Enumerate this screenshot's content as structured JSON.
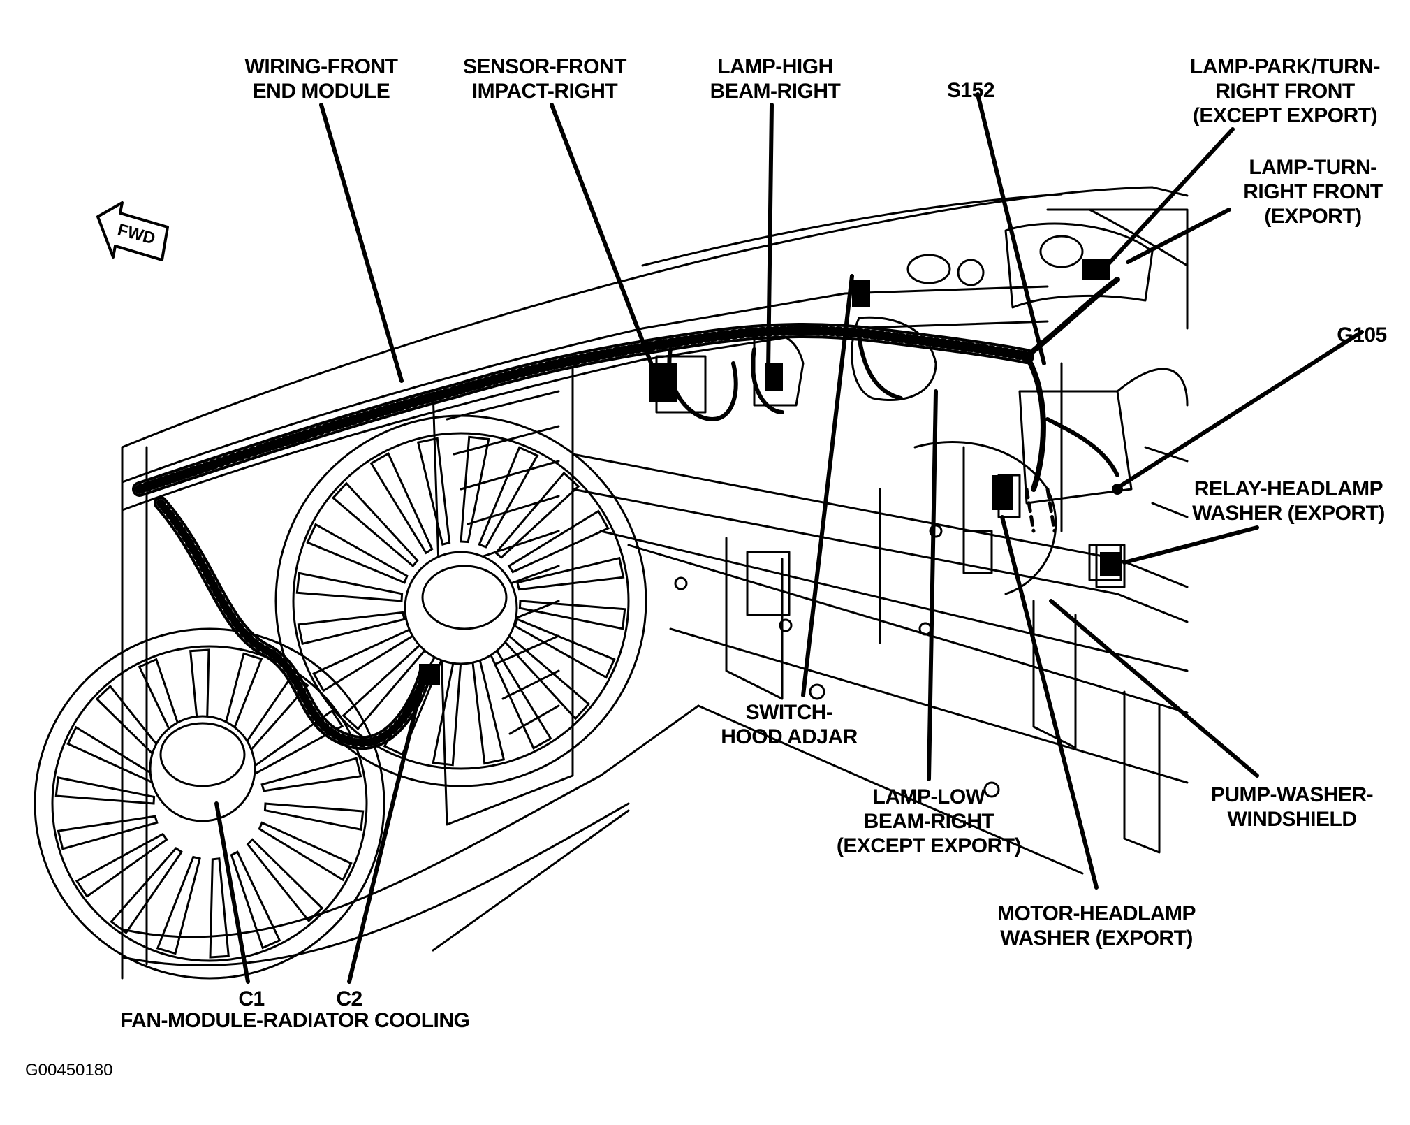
{
  "figure_id": "G00450180",
  "fwd_marker": "FWD",
  "labels": {
    "wiring_front_end_module": [
      "WIRING-FRONT",
      "END MODULE"
    ],
    "sensor_front_impact_right": [
      "SENSOR-FRONT",
      "IMPACT-RIGHT"
    ],
    "lamp_high_beam_right": [
      "LAMP-HIGH",
      "BEAM-RIGHT"
    ],
    "s152": [
      "S152"
    ],
    "lamp_park_turn_right_front": [
      "LAMP-PARK/TURN-",
      "RIGHT FRONT",
      "(EXCEPT EXPORT)"
    ],
    "lamp_turn_right_front": [
      "LAMP-TURN-",
      "RIGHT FRONT",
      "(EXPORT)"
    ],
    "g105": [
      "G105"
    ],
    "relay_headlamp_washer": [
      "RELAY-HEADLAMP",
      "WASHER (EXPORT)"
    ],
    "switch_hood_adjar": [
      "SWITCH-",
      "HOOD ADJAR"
    ],
    "lamp_low_beam_right": [
      "LAMP-LOW",
      "BEAM-RIGHT",
      "(EXCEPT EXPORT)"
    ],
    "pump_washer_windshield": [
      "PUMP-WASHER-",
      "WINDSHIELD"
    ],
    "motor_headlamp_washer": [
      "MOTOR-HEADLAMP",
      "WASHER (EXPORT)"
    ],
    "c1": [
      "C1"
    ],
    "c2": [
      "C2"
    ],
    "fan_module_radiator_cooling": [
      "FAN-MODULE-RADIATOR COOLING"
    ]
  }
}
